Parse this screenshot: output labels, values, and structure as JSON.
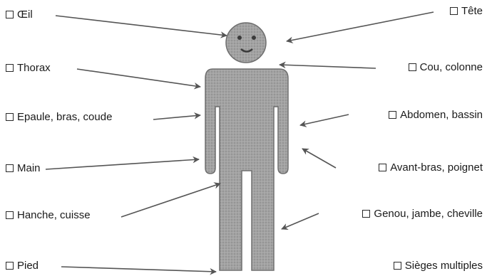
{
  "labels": {
    "oeil": "Œil",
    "tete": "Tête",
    "thorax": "Thorax",
    "cou": "Cou, colonne",
    "epaule": "Epaule, bras, coude",
    "abdomen": "Abdomen, bassin",
    "main": "Main",
    "avant_bras": "Avant-bras, poignet",
    "hanche": "Hanche, cuisse",
    "genou": "Genou, jambe, cheville",
    "pied": "Pied",
    "sieges": "Sièges multiples"
  },
  "colors": {
    "figure": "#9a9a9a",
    "arrow": "#555555",
    "text": "#1a1a1a"
  }
}
